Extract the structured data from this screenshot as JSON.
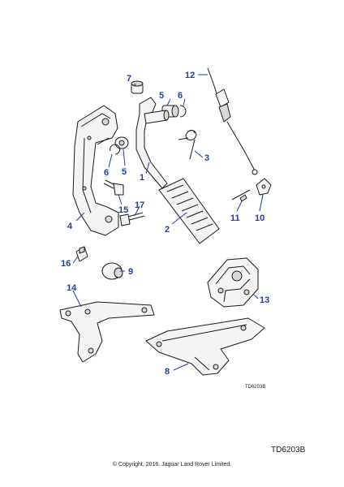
{
  "diagram": {
    "drawing_code": "TD6203B",
    "reference": "TD6203B",
    "copyright": "© Copyright, 2016. Jaguar Land Rover Limited.",
    "callouts": {
      "c1": "1",
      "c2": "2",
      "c3": "3",
      "c4": "4",
      "c5a": "5",
      "c5b": "5",
      "c6a": "6",
      "c6b": "6",
      "c7": "7",
      "c8": "8",
      "c9": "9",
      "c10": "10",
      "c11": "11",
      "c12": "12",
      "c13": "13",
      "c14": "14",
      "c15": "15",
      "c16": "16",
      "c17": "17"
    },
    "colors": {
      "callout": "#1a3faa",
      "line": "#1a1a1a"
    }
  }
}
